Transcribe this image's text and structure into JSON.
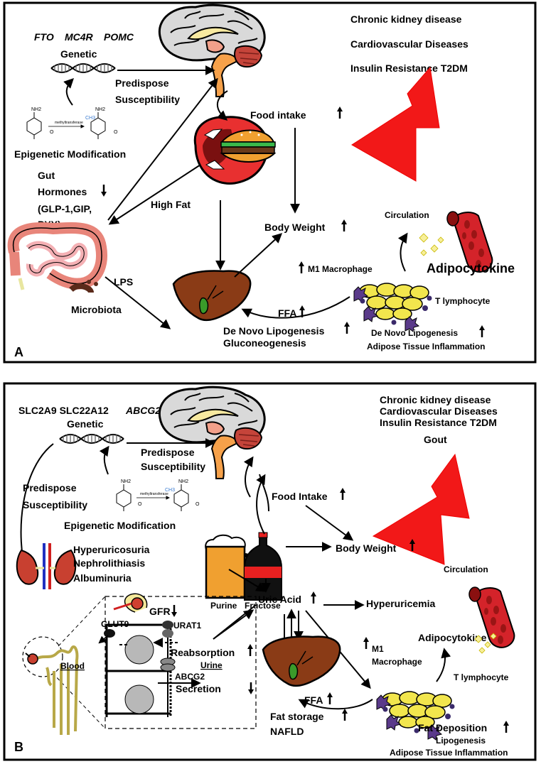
{
  "panel_a": {
    "letter": "A",
    "genes": [
      "FTO",
      "MC4R",
      "POMC"
    ],
    "genetic": "Genetic",
    "predispose": "Predispose",
    "susceptibility": "Susceptibility",
    "epigenetic": "Epigenetic Modification",
    "methyl_label": "methyltransferase",
    "ch3": "CH3",
    "nh2": "NH2",
    "oxy": "O",
    "gut_hormones_1": "Gut",
    "gut_hormones_2": "Hormones",
    "gut_hormones_3": "(GLP-1,GIP,",
    "gut_hormones_4": "PYY)",
    "high_fat": "High Fat",
    "food_intake": "Food intake",
    "body_weight": "Body Weight",
    "lps": "LPS",
    "microbiota": "Microbiota",
    "m1": "M1 Macrophage",
    "circulation": "Circulation",
    "adipocytokine": "Adipocytokine",
    "t_lymph": "T lymphocyte",
    "ffa": "FFA",
    "dnl_liver": "De Novo Lipogenesis",
    "gluconeo": "Gluconeogenesis",
    "dnl_adipose": "De Novo Lipogenesis",
    "adipose_infl": "Adipose Tissue Inflammation",
    "diseases": [
      "Chronic kidney disease",
      "Cardiovascular Diseases",
      "Insulin Resistance   T2DM"
    ]
  },
  "panel_b": {
    "letter": "B",
    "genes_plain": "SLC2A9  SLC22A12",
    "gene_italic": "ABCG2",
    "genetic": "Genetic",
    "predispose": "Predispose",
    "susceptibility": "Susceptibility",
    "predispose2": "Predispose",
    "susceptibility2": "Susceptibility",
    "epigenetic": "Epigenetic Modification",
    "methyl_label": "methyltransferase",
    "ch3": "CH3",
    "nh2": "NH2",
    "oxy": "O",
    "food_intake": "Food Intake",
    "body_weight": "Body Weight",
    "purine": "Purine",
    "fructose": "Fructose",
    "hyperuricosuria": "Hyperuricosuria",
    "nephrolithiasis": "Nephrolithiasis",
    "albuminuria": "Albuminuria",
    "uric_acid": "Uric Acid",
    "hyperuricemia": "Hyperuricemia",
    "gfr": "GFR",
    "glut9": "GLUT9",
    "urat1": "URAT1",
    "reabsorption": "Reabsorption",
    "urine": "Urine",
    "blood": "Blood",
    "abcg2": "ABCG2",
    "secretion": "Secretion",
    "m1_1": "M1",
    "m1_2": "Macrophage",
    "circulation": "Circulation",
    "adipocytokine": "Adipocytokine",
    "t_lymph": "T lymphocyte",
    "ffa": "FFA",
    "fat_storage": "Fat storage",
    "nafld": "NAFLD",
    "fat_deposition": "Fat Deposition",
    "lipogenesis": "Lipogenesis",
    "adipose_infl": "Adipose Tissue Inflammation",
    "diseases": [
      "Chronic kidney disease",
      "Cardiovascular Diseases",
      "Insulin Resistance T2DM",
      "Gout"
    ]
  }
}
